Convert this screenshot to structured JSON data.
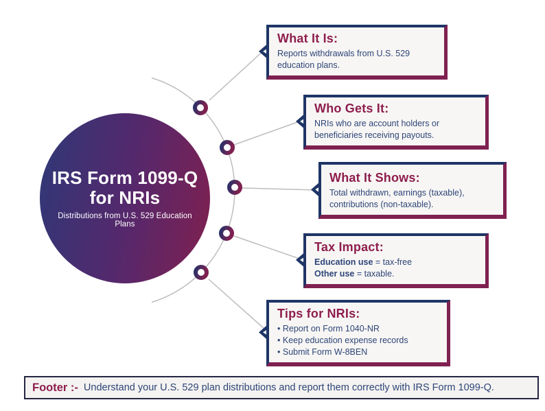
{
  "colors": {
    "navy_border": "#1e3566",
    "maroon": "#7f2150",
    "heading_maroon": "#8e1e4e",
    "body_navy": "#2e4578",
    "box_background": "#f7f6f4",
    "connector_gray": "#bdbdbd",
    "circle_gradient_start": "#2f3877",
    "circle_gradient_end": "#80204f",
    "footer_background": "#f4f3f1",
    "footer_border": "#252643"
  },
  "center": {
    "title_line1": "IRS Form 1099-Q",
    "title_line2": "for NRIs",
    "subtitle": "Distributions from U.S. 529 Education Plans"
  },
  "boxes": [
    {
      "title": "What It Is:",
      "body": "Reports withdrawals from U.S. 529 education plans."
    },
    {
      "title": "Who Gets It:",
      "body": "NRIs who are account holders or beneficiaries receiving payouts."
    },
    {
      "title": "What It Shows:",
      "body": "Total withdrawn, earnings (taxable), contributions (non-taxable)."
    },
    {
      "title": "Tax Impact:",
      "lines": [
        {
          "bold": "Education use",
          "rest": " = tax-free"
        },
        {
          "bold": "Other use",
          "rest": " = taxable."
        }
      ]
    },
    {
      "title": "Tips for NRIs:",
      "bullets": [
        "Report on Form 1040-NR",
        "Keep education expense records",
        "Submit Form W-8BEN"
      ]
    }
  ],
  "footer": {
    "label": "Footer :-",
    "text": "Understand your U.S. 529 plan distributions and report them correctly with IRS Form 1099-Q."
  }
}
